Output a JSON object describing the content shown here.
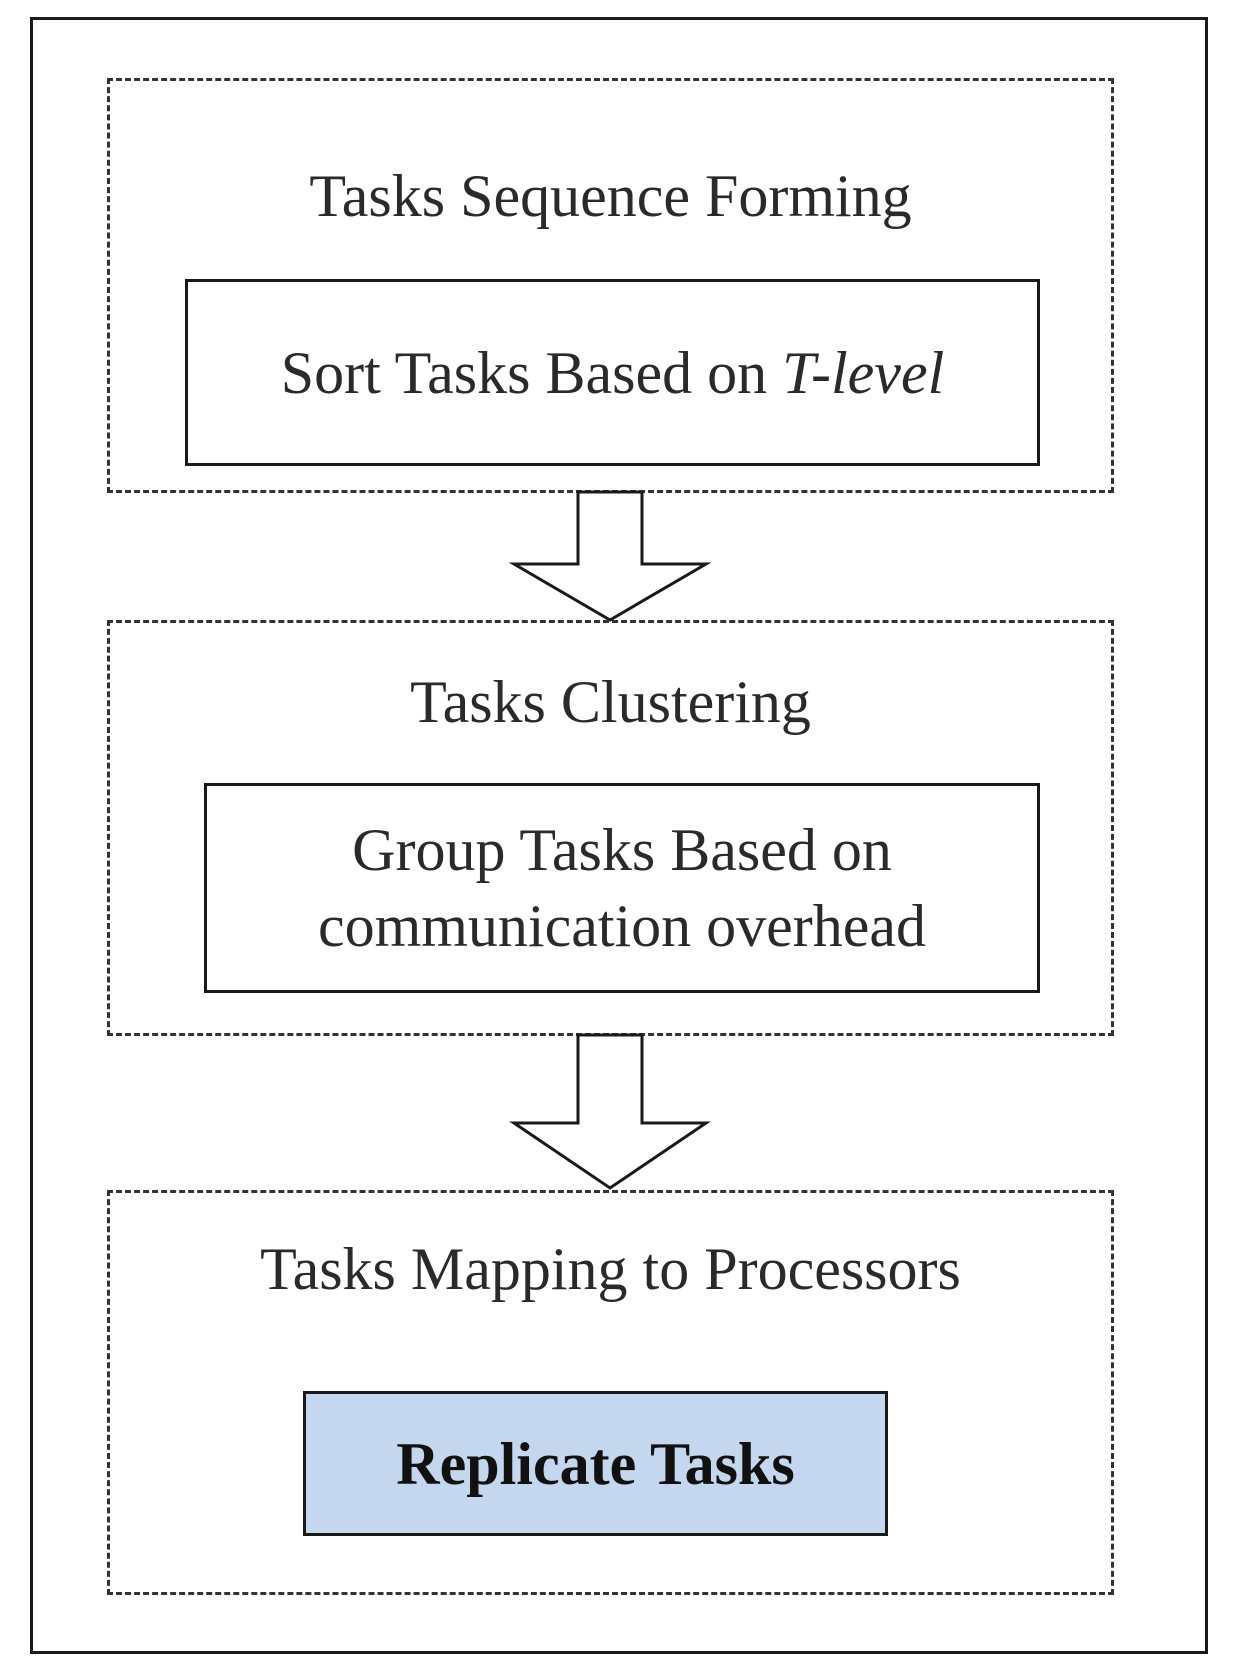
{
  "colors": {
    "line": "#1a1a1a",
    "highlight_fill": "#c5d7ee",
    "background": "#ffffff"
  },
  "stages": [
    {
      "title": "Tasks Sequence Forming",
      "step": {
        "text": "Sort Tasks Based on ",
        "italic": "T-level"
      }
    },
    {
      "title": "Tasks Clustering",
      "step": {
        "line1": "Group Tasks Based on",
        "line2": "communication overhead"
      }
    },
    {
      "title": "Tasks Mapping to Processors",
      "step": {
        "text": "Replicate Tasks",
        "highlighted": true
      }
    }
  ]
}
